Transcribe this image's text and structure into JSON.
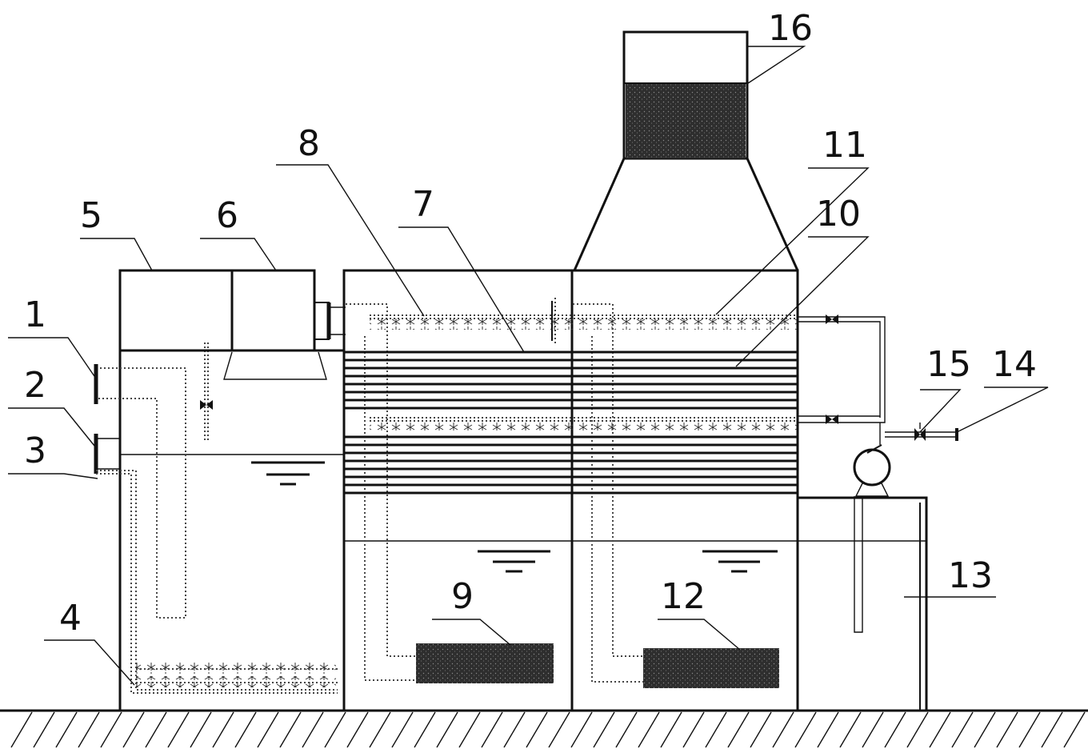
{
  "labels": [
    {
      "id": "1",
      "text": "1"
    },
    {
      "id": "2",
      "text": "2"
    },
    {
      "id": "3",
      "text": "3"
    },
    {
      "id": "4",
      "text": "4"
    },
    {
      "id": "5",
      "text": "5"
    },
    {
      "id": "6",
      "text": "6"
    },
    {
      "id": "7",
      "text": "7"
    },
    {
      "id": "8",
      "text": "8"
    },
    {
      "id": "9",
      "text": "9"
    },
    {
      "id": "10",
      "text": "10"
    },
    {
      "id": "11",
      "text": "11"
    },
    {
      "id": "12",
      "text": "12"
    },
    {
      "id": "13",
      "text": "13"
    },
    {
      "id": "14",
      "text": "14"
    },
    {
      "id": "15",
      "text": "15"
    },
    {
      "id": "16",
      "text": "16"
    }
  ],
  "colors": {
    "line": "#111111",
    "fill": "#2b2b2b",
    "background": "#ffffff"
  }
}
